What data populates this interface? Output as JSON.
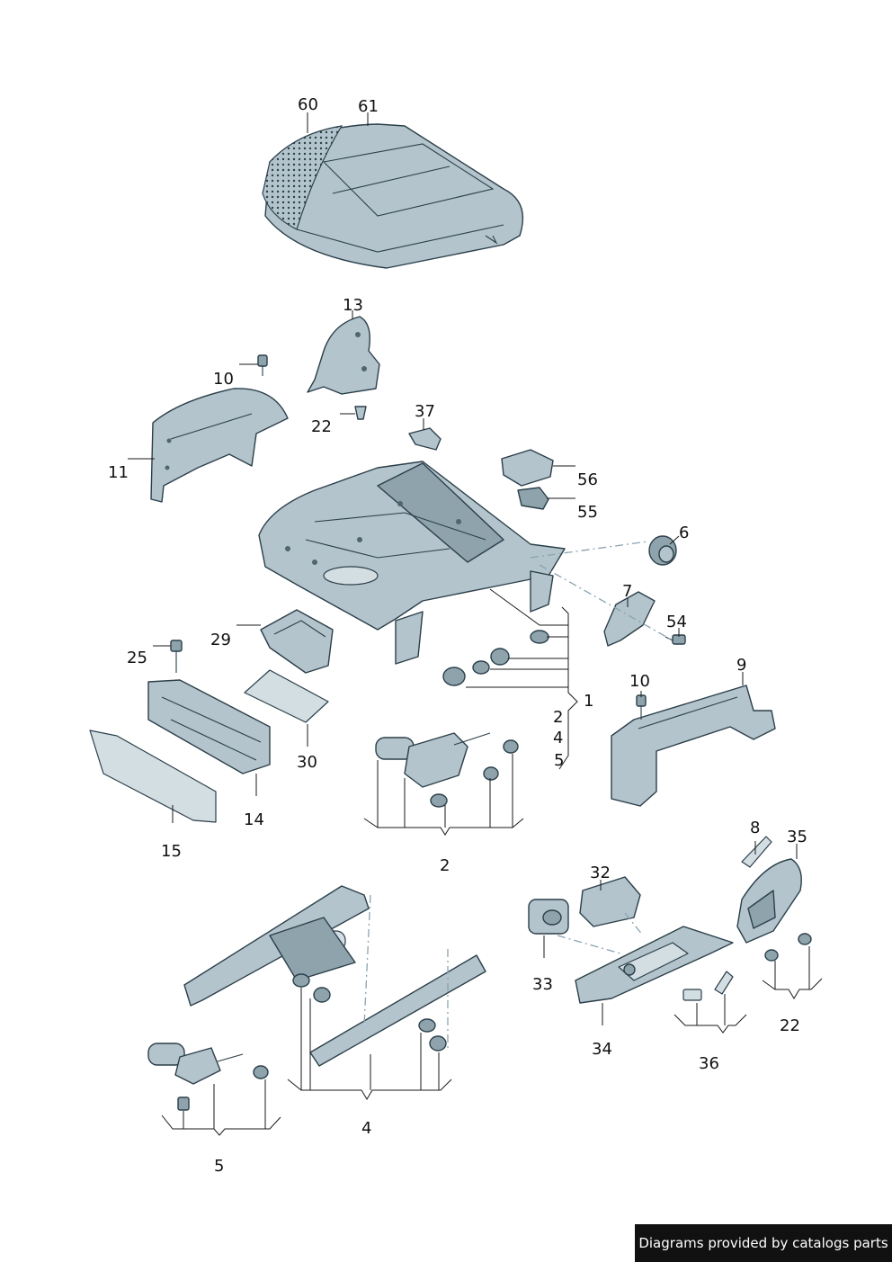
{
  "callouts": {
    "c60": "60",
    "c61": "61",
    "c13": "13",
    "c10a": "10",
    "c22a": "22",
    "c37": "37",
    "c11": "11",
    "c56": "56",
    "c55": "55",
    "c6": "6",
    "c7": "7",
    "c54": "54",
    "c29": "29",
    "c25": "25",
    "c1": "1",
    "c2a": "2",
    "c4a": "4",
    "c5a": "5",
    "c10b": "10",
    "c9": "9",
    "c30": "30",
    "c14": "14",
    "c15": "15",
    "c2b": "2",
    "c8": "8",
    "c35": "35",
    "c32": "32",
    "c33": "33",
    "c22b": "22",
    "c34": "34",
    "c36": "36",
    "c4b": "4",
    "c5b": "5"
  },
  "footer": {
    "credit": "Diagrams provided by catalogs parts"
  }
}
